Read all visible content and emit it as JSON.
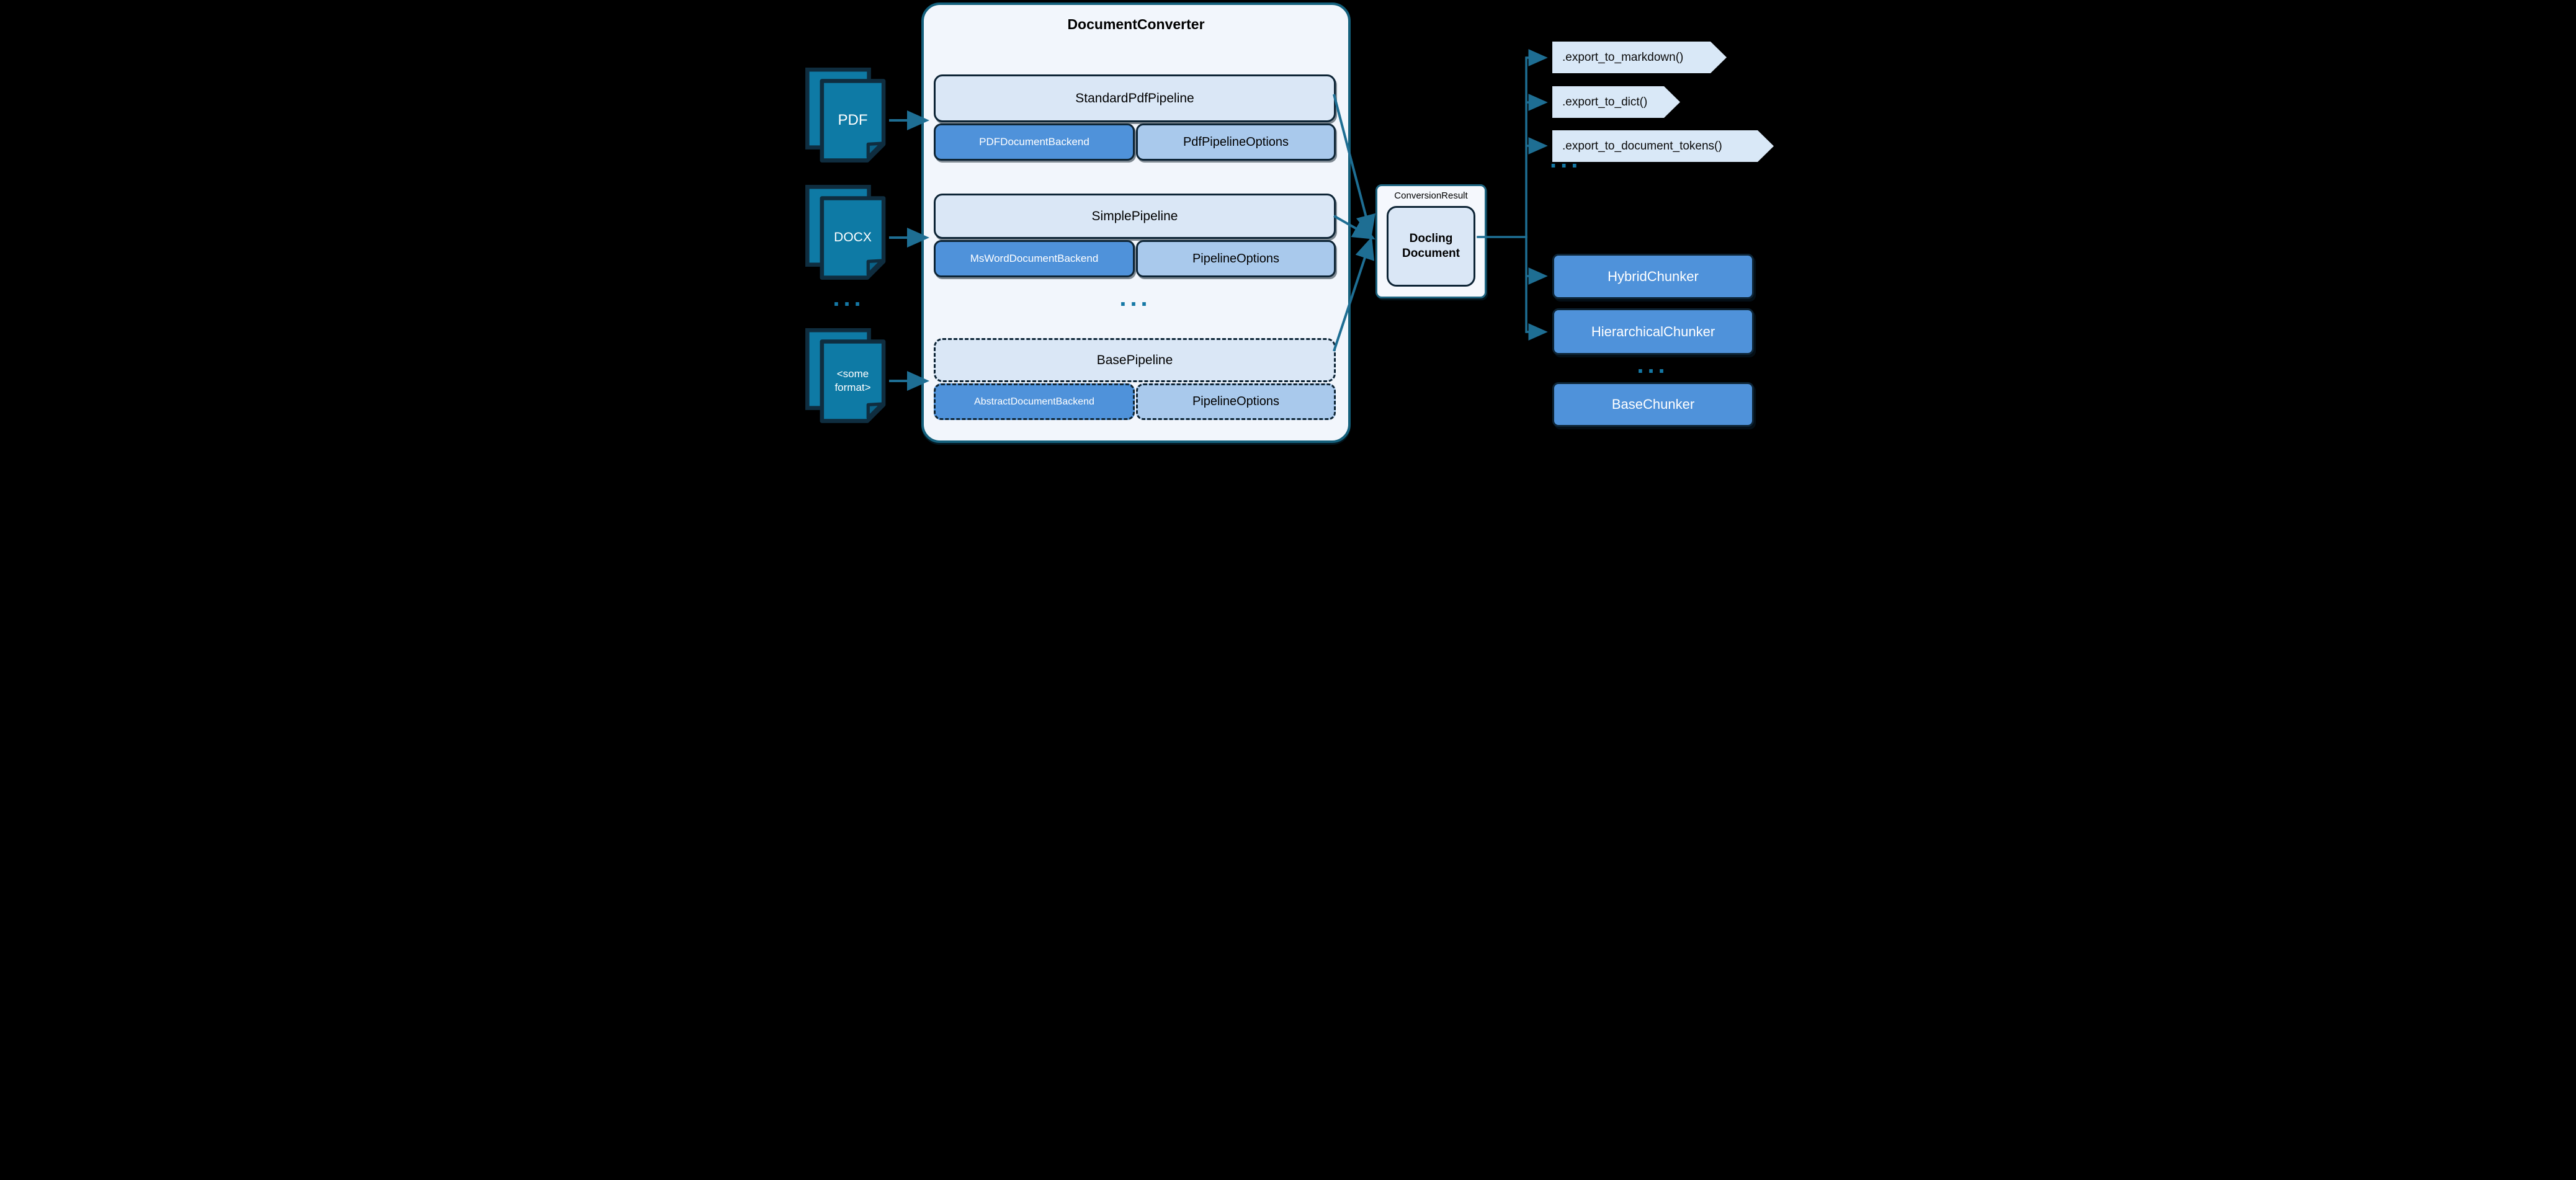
{
  "colors": {
    "background": "#000000",
    "container_fill": "#f2f6fc",
    "container_border": "#14607c",
    "pipeline_fill": "#dae7f6",
    "box_border": "#0d2435",
    "backend_fill": "#4f92da",
    "options_fill": "#a9c9ec",
    "doc_icon_fill": "#0e7aa5",
    "doc_icon_border": "#0f2d3f",
    "arrow": "#1e6e93",
    "result_fill": "#f5f8fd",
    "result_border": "#1d6480",
    "export_fill": "#d9e8f7",
    "chunker_fill": "#4f92da",
    "ellipsis": "#1578a5",
    "text_dark": "#000000",
    "text_light": "#ffffff"
  },
  "inputs": {
    "items": [
      {
        "name": "pdf",
        "lines": [
          "PDF"
        ]
      },
      {
        "name": "docx",
        "lines": [
          "DOCX"
        ]
      },
      {
        "name": "some-format",
        "lines": [
          "<some",
          "format>"
        ]
      }
    ],
    "ellipsis": "..."
  },
  "converter": {
    "title": "DocumentConverter",
    "pipelines": [
      {
        "name": "StandardPdfPipeline",
        "backend": "PDFDocumentBackend",
        "options": "PdfPipelineOptions"
      },
      {
        "name": "SimplePipeline",
        "backend": "MsWordDocumentBackend",
        "options": "PipelineOptions"
      },
      {
        "name": "BasePipeline",
        "backend": "AbstractDocumentBackend",
        "options": "PipelineOptions"
      }
    ],
    "ellipsis": "..."
  },
  "result": {
    "label": "ConversionResult",
    "doc_lines": [
      "Docling",
      "Document"
    ]
  },
  "exports": {
    "items": [
      ".export_to_markdown()",
      ".export_to_dict()",
      ".export_to_document_tokens()"
    ],
    "ellipsis": "..."
  },
  "chunkers": {
    "items": [
      "HybridChunker",
      "HierarchicalChunker",
      "BaseChunker"
    ],
    "ellipsis": "..."
  }
}
